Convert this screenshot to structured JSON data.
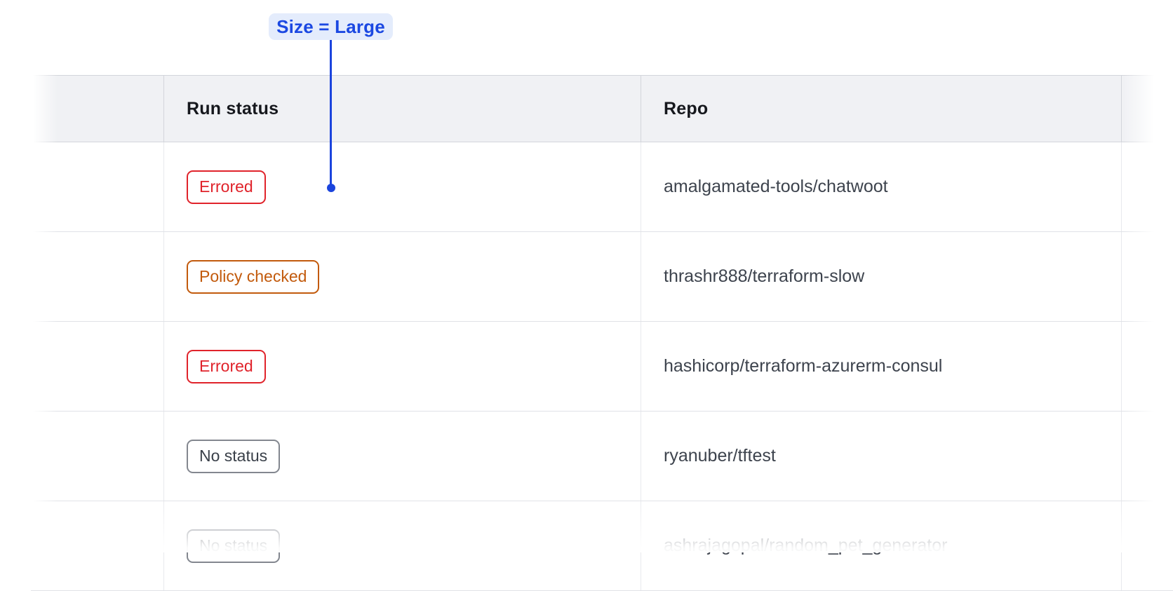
{
  "annotation": {
    "label": "Size = Large",
    "text_color": "#1b48e2",
    "bg_color": "#e4ecfc",
    "line_color": "#1b44dd"
  },
  "table": {
    "headers": {
      "run_status": "Run status",
      "repo": "Repo"
    },
    "rows": [
      {
        "status": "Errored",
        "variant": "critical",
        "repo": "amalgamated-tools/chatwoot"
      },
      {
        "status": "Policy checked",
        "variant": "warning",
        "repo": "thrashr888/terraform-slow"
      },
      {
        "status": "Errored",
        "variant": "critical",
        "repo": "hashicorp/terraform-azurerm-consul"
      },
      {
        "status": "No status",
        "variant": "neutral",
        "repo": "ryanuber/tftest"
      },
      {
        "status": "No status",
        "variant": "neutral",
        "repo": "ashrajagopal/random_pet_generator"
      }
    ]
  },
  "colors": {
    "header_bg": "#f0f1f4",
    "header_border": "#d3d5db",
    "row_border": "#e0e2e7",
    "header_text": "#16181d",
    "repo_text": "#3d434d",
    "badge_critical": "#e0232b",
    "badge_warning": "#c25a0c",
    "badge_neutral_text": "#3a4049",
    "badge_neutral_border": "#83878f"
  }
}
